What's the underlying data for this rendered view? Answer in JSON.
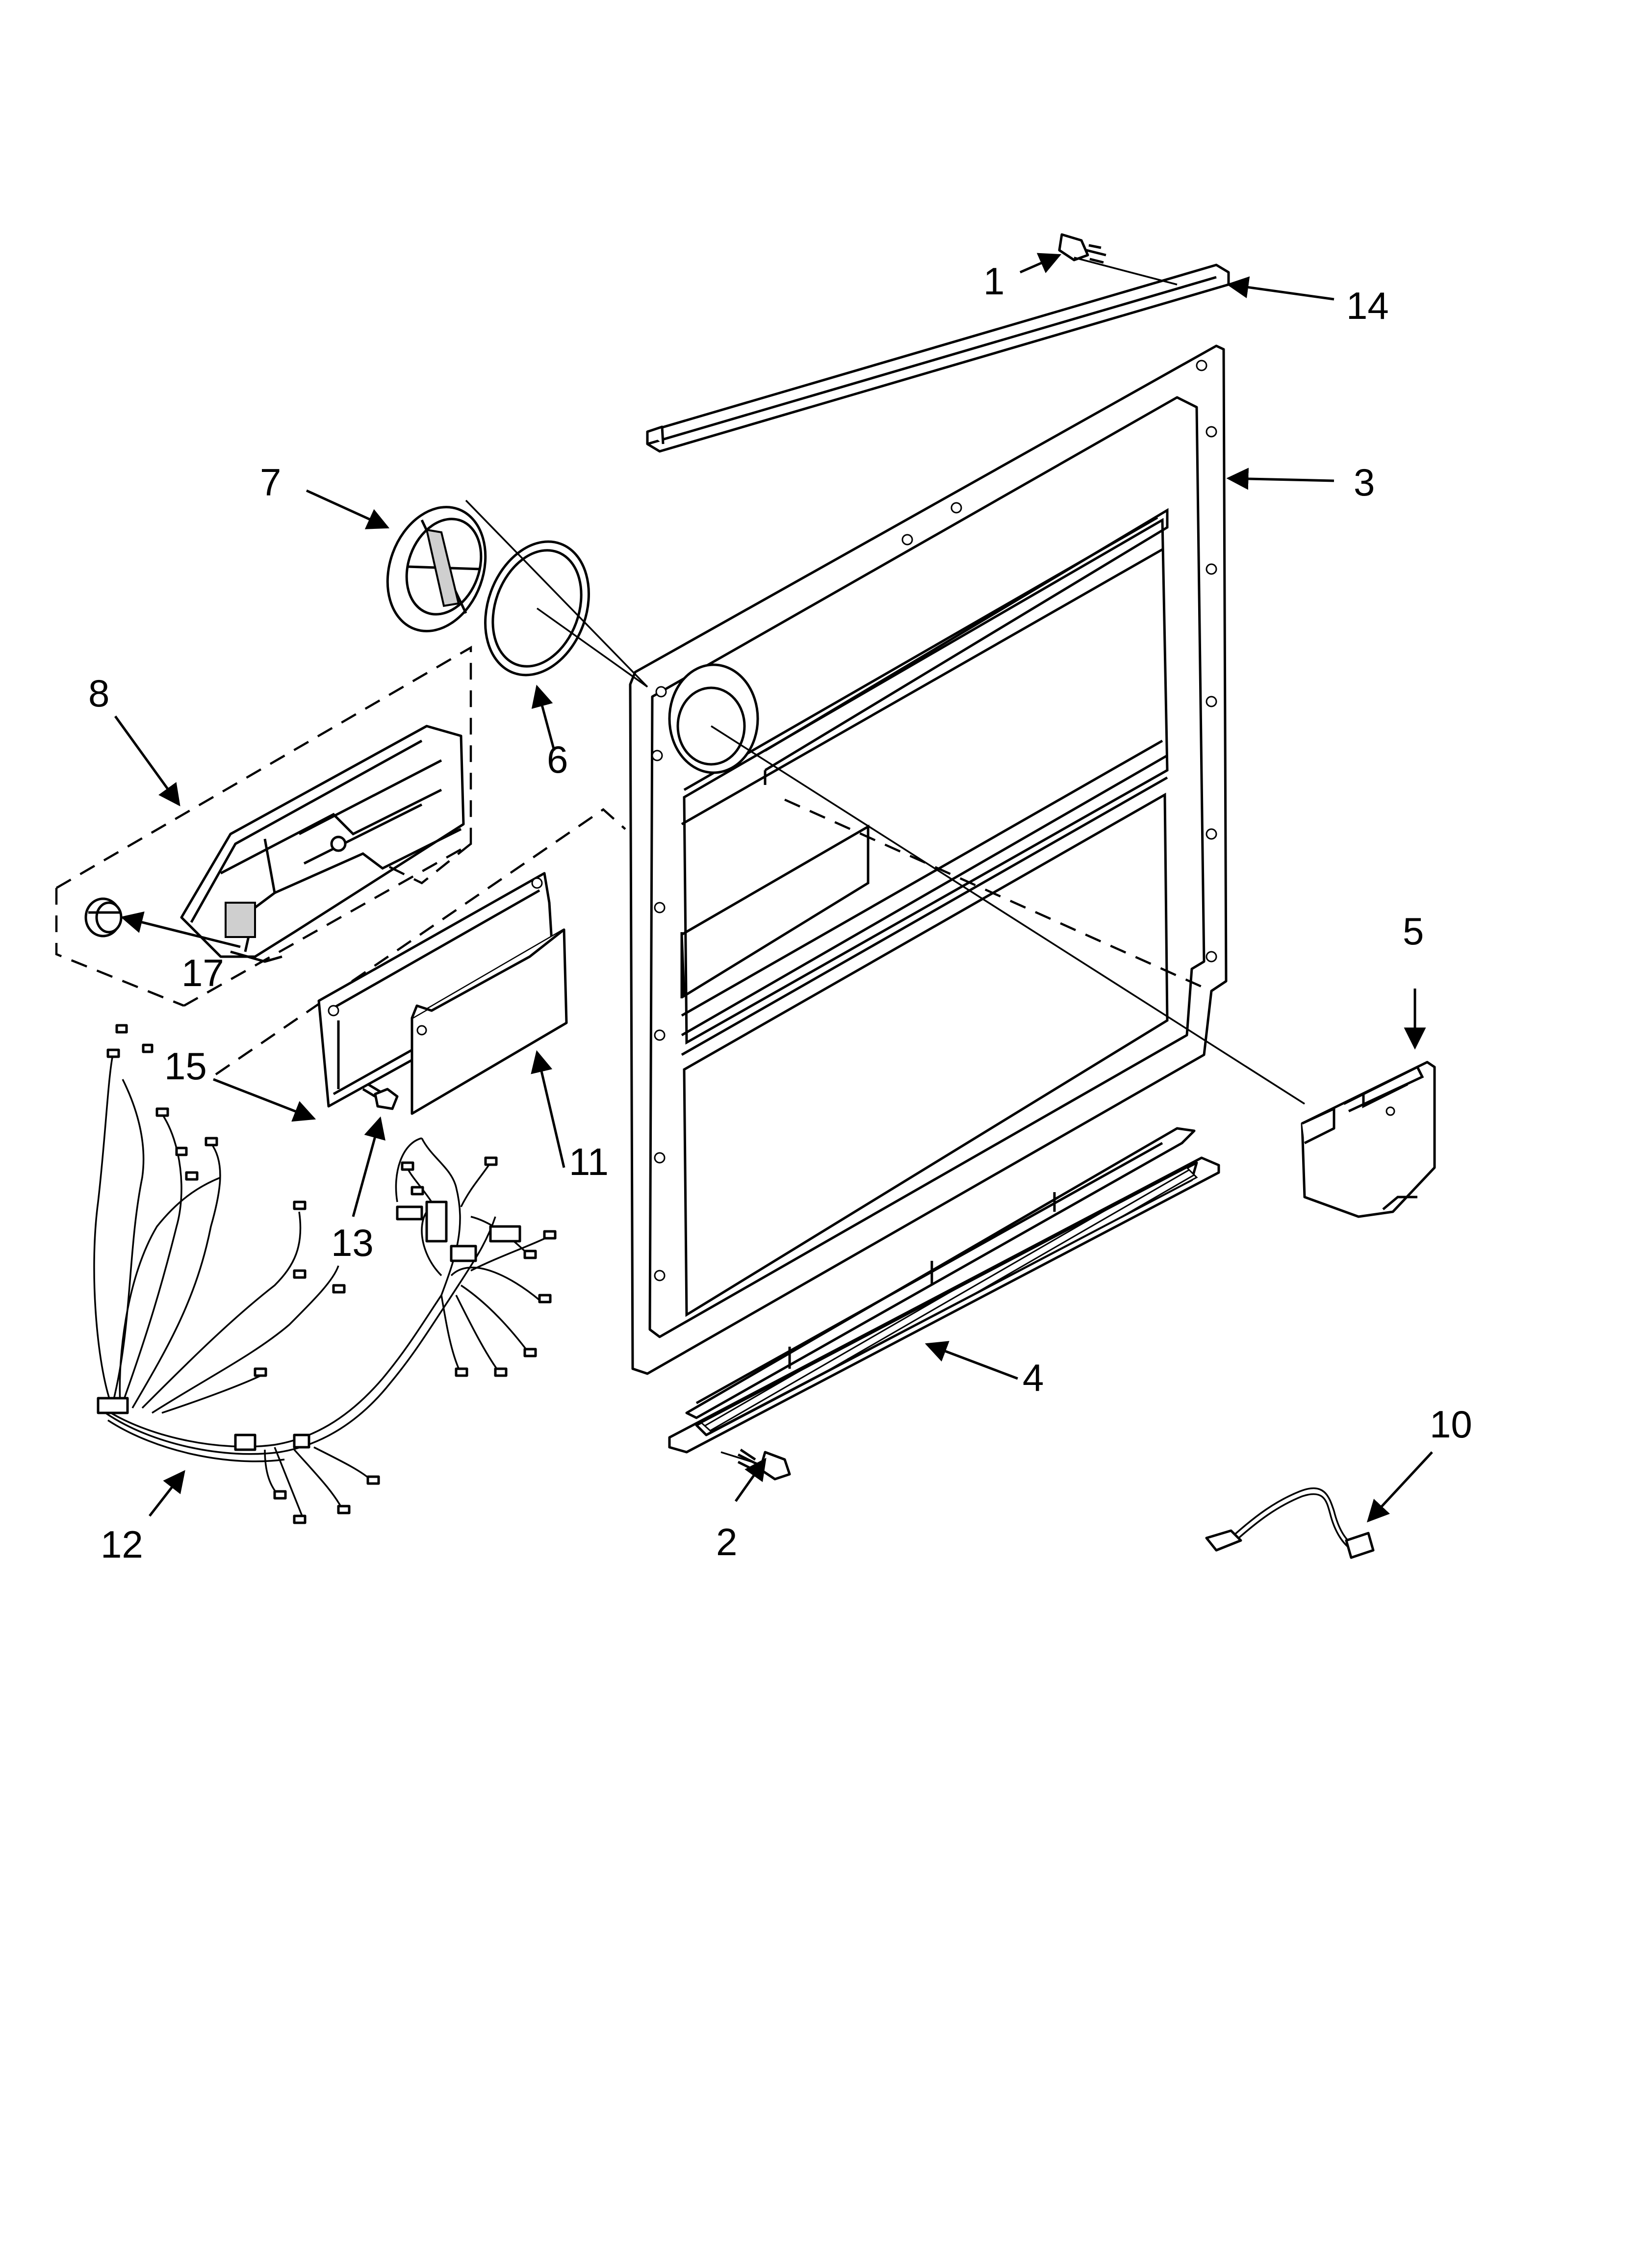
{
  "callouts": [
    {
      "id": "c1",
      "text": "1"
    },
    {
      "id": "c2",
      "text": "2"
    },
    {
      "id": "c3",
      "text": "3"
    },
    {
      "id": "c4",
      "text": "4"
    },
    {
      "id": "c5",
      "text": "5"
    },
    {
      "id": "c6",
      "text": "6"
    },
    {
      "id": "c7",
      "text": "7"
    },
    {
      "id": "c8",
      "text": "8"
    },
    {
      "id": "c10",
      "text": "10"
    },
    {
      "id": "c11",
      "text": "11"
    },
    {
      "id": "c12",
      "text": "12"
    },
    {
      "id": "c13",
      "text": "13"
    },
    {
      "id": "c14",
      "text": "14"
    },
    {
      "id": "c15",
      "text": "15"
    },
    {
      "id": "c17",
      "text": "17"
    }
  ]
}
